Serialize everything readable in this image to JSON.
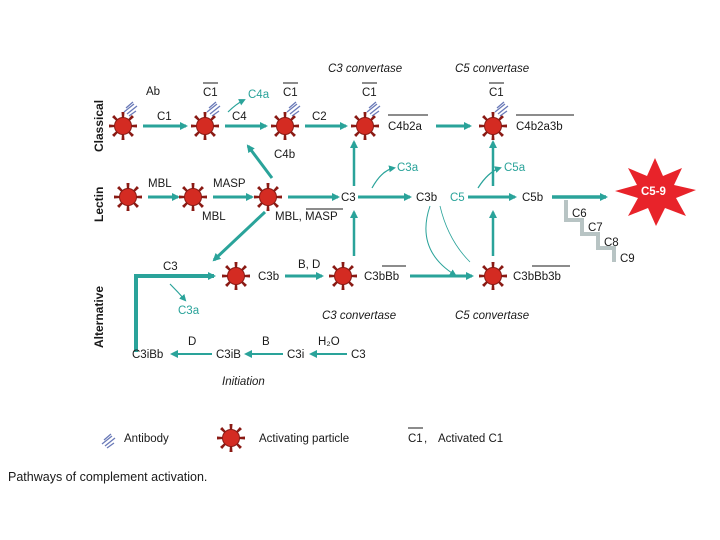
{
  "pathway_labels": {
    "classical": "Classical",
    "lectin": "Lectin",
    "alternative": "Alternative"
  },
  "classical": {
    "ab": "Ab",
    "c1": "C1",
    "c1_bar_a": "C1",
    "c4a": "C4a",
    "c4": "C4",
    "c1_bar_b": "C1",
    "c2": "C2",
    "c4b": "C4b",
    "c1_bar_c": "C1",
    "c4b2a": "C4b2a",
    "c1_bar_d": "C1",
    "c4b2a3b": "C4b2a3b"
  },
  "convertases": {
    "c3_top": "C3 convertase",
    "c5_top": "C5 convertase",
    "c3_bottom": "C3 convertase",
    "c5_bottom": "C5 convertase"
  },
  "lectin": {
    "mbl_a": "MBL",
    "masp": "MASP",
    "mbl_b": "MBL",
    "mbl_masp": "MBL, MASP",
    "c3": "C3",
    "c3a": "C3a",
    "c3b": "C3b",
    "c5": "C5",
    "c5a": "C5a",
    "c5b": "C5b"
  },
  "terminal": {
    "c5_9": "C5-9",
    "c6": "C6",
    "c7": "C7",
    "c8": "C8",
    "c9": "C9"
  },
  "alternative": {
    "c3": "C3",
    "c3b": "C3b",
    "bd": "B, D",
    "c3bbb": "C3bBb",
    "c3bbb3b": "C3bBb3b",
    "c3a": "C3a"
  },
  "initiation": {
    "c3ibb": "C3iBb",
    "d": "D",
    "c3ib": "C3iB",
    "b": "B",
    "h2o": "H₂O",
    "c3i": "C3i",
    "c3": "C3",
    "label": "Initiation"
  },
  "legend": {
    "antibody": "Antibody",
    "particle": "Activating particle",
    "c1_bar": "C1",
    "c1_suffix": ",",
    "activated": "Activated C1"
  },
  "caption": "Pathways of complement activation.",
  "colors": {
    "teal": "#2aa39a",
    "particle": "#d42b22",
    "burst": "#e8232a",
    "antibody": "#6a7ab8"
  }
}
